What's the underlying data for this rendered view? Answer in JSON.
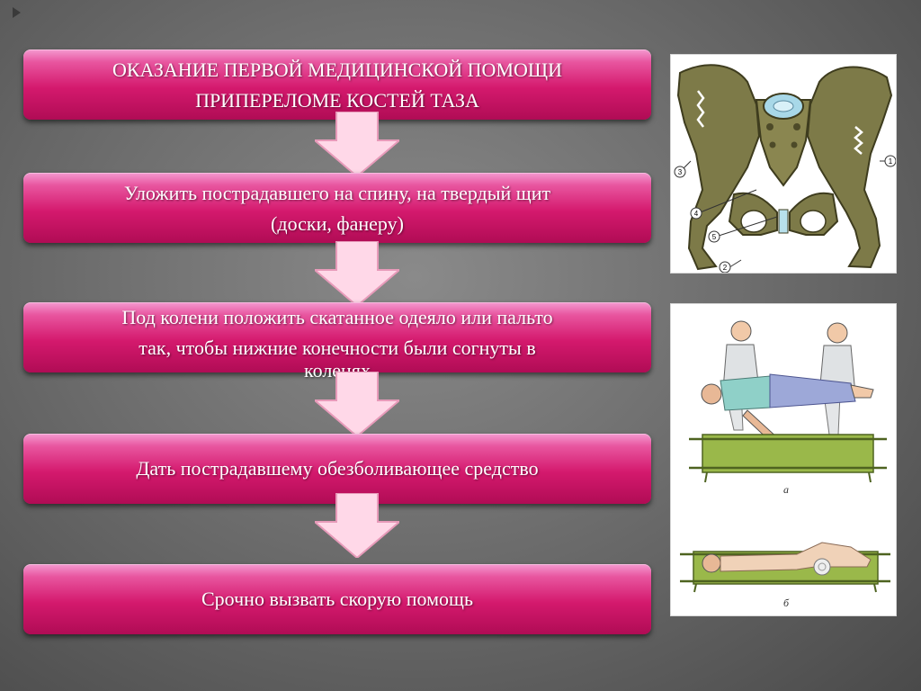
{
  "title": {
    "line1": "ОКАЗАНИЕ  ПЕРВОЙ  МЕДИЦИНСКОЙ ПОМОЩИ",
    "line2": "ПРИПЕРЕЛОМЕ  КОСТЕЙ ТАЗА"
  },
  "steps": [
    {
      "line1": "Уложить  пострадавшего на спину, на твердый щит",
      "line2": "(доски, фанеру)"
    },
    {
      "line1": "Под колени положить скатанное одеяло или пальто",
      "line2": "так, чтобы нижние конечности были согнуты в",
      "line3": "коленях"
    },
    {
      "line1": "Дать пострадавшему обезболивающее средство"
    },
    {
      "line1": "Срочно вызвать скорую помощь"
    }
  ],
  "illustrations": {
    "pelvis_markers": [
      "1",
      "2",
      "3",
      "4",
      "5"
    ],
    "scene_labels": [
      "а",
      "б"
    ]
  },
  "colors": {
    "box_main": "#d4196d",
    "box_highlight": "#f49ad0",
    "arrow_fill": "#ffd8e8",
    "bone": "#7d7a48",
    "background": "#6e6e6e"
  }
}
